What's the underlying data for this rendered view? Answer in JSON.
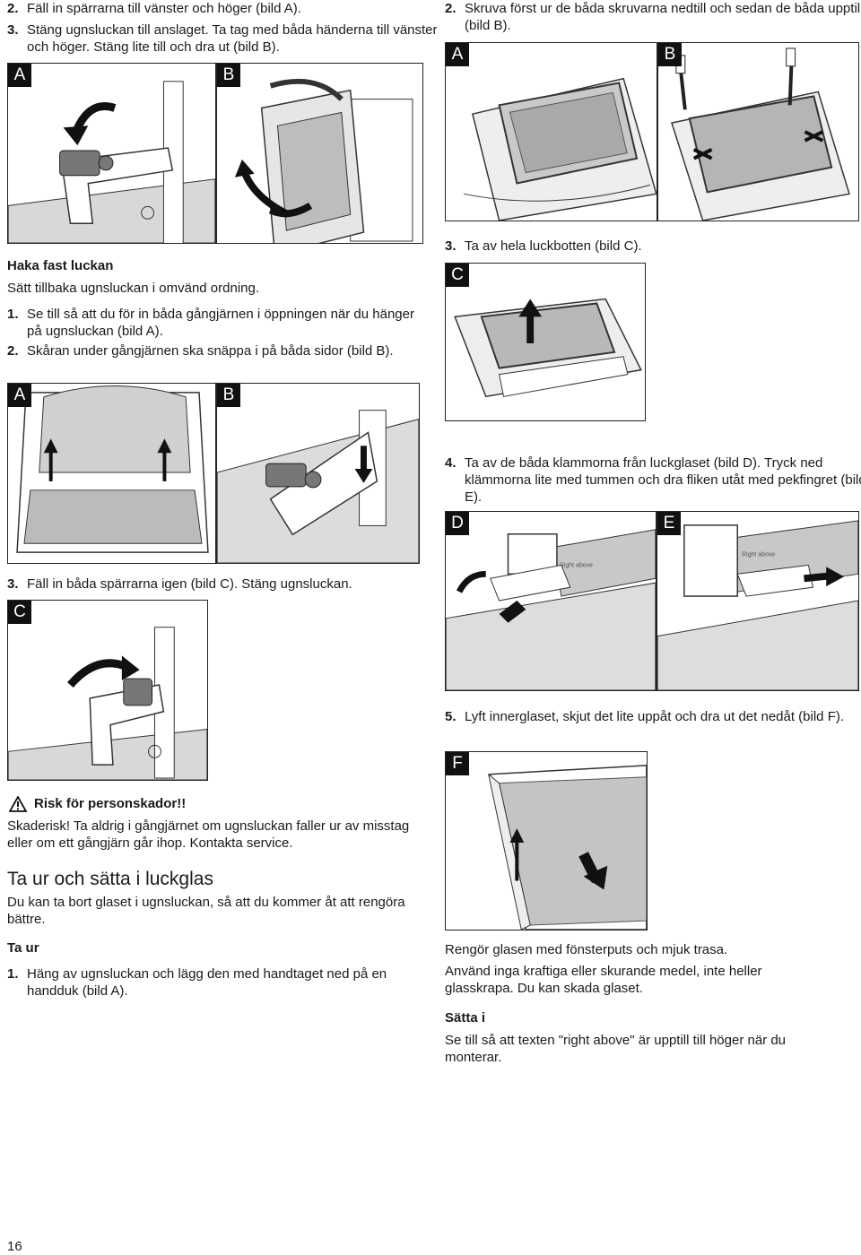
{
  "left": {
    "top_steps": [
      {
        "num": "2.",
        "text": "Fäll in spärrarna till vänster och höger (bild A)."
      },
      {
        "num": "3.",
        "text": "Stäng ugnsluckan till anslaget. Ta tag med båda händerna till vänster och höger. Stäng lite till och dra ut (bild B)."
      }
    ],
    "fig_top_labels": [
      "A",
      "B"
    ],
    "hook_heading": "Haka fast luckan",
    "hook_intro": "Sätt tillbaka ugnsluckan i omvänd ordning.",
    "hook_steps": [
      {
        "num": "1.",
        "text": "Se till så att du för in båda gångjärnen i öppningen när du hänger på ugnsluckan (bild A)."
      },
      {
        "num": "2.",
        "text": "Skåran under gångjärnen ska snäppa i på båda sidor (bild B)."
      }
    ],
    "fig_mid_labels": [
      "A",
      "B"
    ],
    "step3": {
      "num": "3.",
      "text": "Fäll in båda spärrarna igen (bild C). Stäng ugnsluckan."
    },
    "fig_c_label": "C",
    "warning_title": "Risk för personskador!!",
    "warning_text": "Skaderisk! Ta aldrig i gångjärnet om ugnsluckan faller ur av misstag eller om ett gångjärn går ihop. Kontakta service.",
    "section_title": "Ta ur och sätta i luckglas",
    "section_intro": "Du kan ta bort glaset i ugnsluckan, så att du kommer åt att rengöra bättre.",
    "remove_heading": "Ta ur",
    "remove_steps": [
      {
        "num": "1.",
        "text": "Häng av ugnsluckan och lägg den med handtaget ned på en handduk (bild A)."
      }
    ]
  },
  "right": {
    "top_step": {
      "num": "2.",
      "text": "Skruva först ur de båda skruvarna nedtill och sedan de båda upptill (bild B)."
    },
    "fig_top_labels": [
      "A",
      "B"
    ],
    "step3": {
      "num": "3.",
      "text": "Ta av hela luckbotten (bild C)."
    },
    "fig_c_label": "C",
    "step4": {
      "num": "4.",
      "text": "Ta av de båda klammorna från luckglaset (bild D). Tryck ned klämmorna lite med tummen och dra fliken utåt med pekfingret (bild E)."
    },
    "fig_de_labels": [
      "D",
      "E"
    ],
    "glass_print": "Right above",
    "step5": {
      "num": "5.",
      "text": "Lyft innerglaset, skjut det lite uppåt och dra ut det nedåt (bild F)."
    },
    "fig_f_label": "F",
    "clean_text_1": "Rengör glasen med fönsterputs och mjuk trasa.",
    "clean_text_2": "Använd inga kraftiga eller skurande medel, inte heller glasskrapa. Du kan skada glaset.",
    "insert_heading": "Sätta i",
    "insert_text": "Se till så att texten \"right above\" är upptill till höger när du monterar."
  },
  "page_number": "16",
  "icons": {
    "warning": "warning-triangle-icon",
    "arrow": "arrow-icon"
  }
}
